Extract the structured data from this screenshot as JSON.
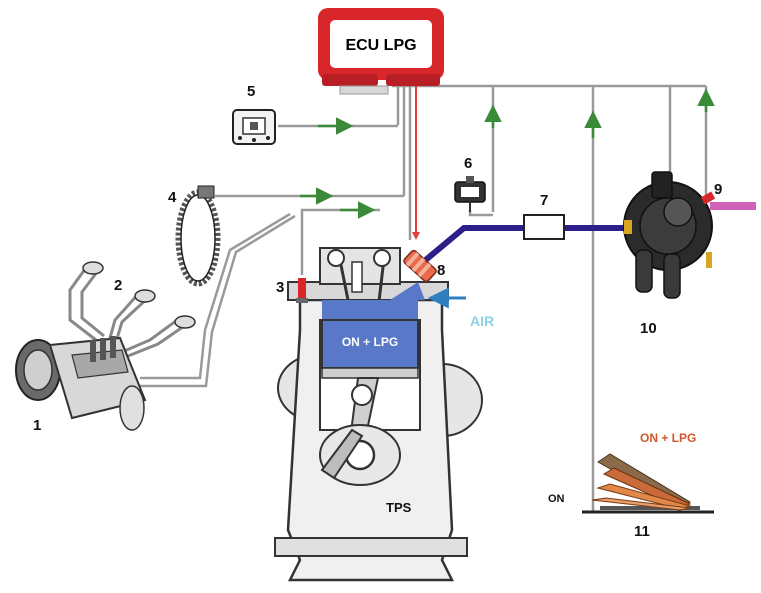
{
  "ecu": {
    "label": "ECU  LPG"
  },
  "labels": {
    "n1": "1",
    "n2": "2",
    "n3": "3",
    "n4": "4",
    "n5": "5",
    "n6": "6",
    "n7": "7",
    "n8": "8",
    "n9": "9",
    "n10": "10",
    "n11": "11"
  },
  "air": "AIR",
  "piston": "ON + LPG",
  "tps": "TPS",
  "pedal": {
    "on": "ON",
    "on_lpg": "ON + LPG"
  },
  "colors": {
    "ecu_red": "#d8262b",
    "wire_gray": "#9a9a9a",
    "signal_green": "#3a8a3a",
    "gas_pipe": "#2c1f8a",
    "gas_fill": "#5a78c8",
    "lpg_pink": "#d060b8",
    "air_blue": "#2e7fc0"
  }
}
